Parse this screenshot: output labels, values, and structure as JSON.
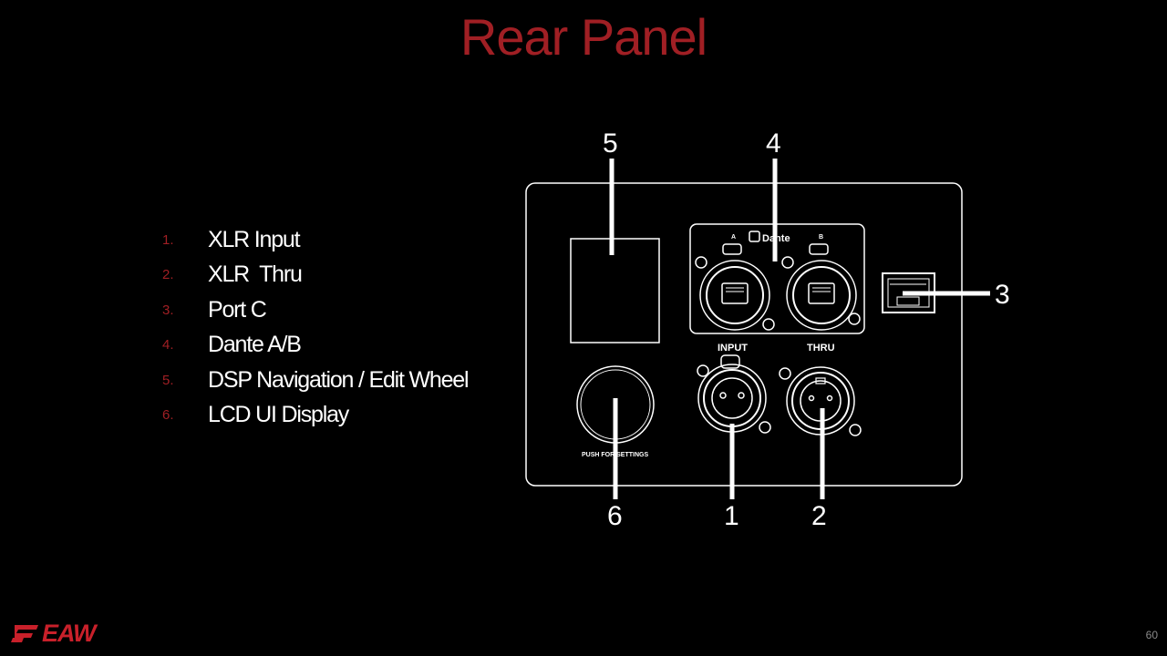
{
  "title": "Rear Panel",
  "legend": [
    {
      "num": "1.",
      "label": "XLR Input"
    },
    {
      "num": "2.",
      "label": "XLR  Thru"
    },
    {
      "num": "3.",
      "label": "Port C"
    },
    {
      "num": "4.",
      "label": "Dante A/B"
    },
    {
      "num": "5.",
      "label": "DSP Navigation / Edit Wheel"
    },
    {
      "num": "6.",
      "label": "LCD UI Display"
    }
  ],
  "callouts": {
    "c1": "1",
    "c2": "2",
    "c3": "3",
    "c4": "4",
    "c5": "5",
    "c6": "6"
  },
  "panel_labels": {
    "dante_brand": "Dante",
    "dante_a": "A",
    "dante_b": "B",
    "input": "INPUT",
    "thru": "THRU",
    "push": "PUSH FOR SETTINGS"
  },
  "logo": "EAW",
  "page_number": "60",
  "colors": {
    "accent": "#a01f24",
    "brand": "#c8202a",
    "background": "#000000"
  }
}
